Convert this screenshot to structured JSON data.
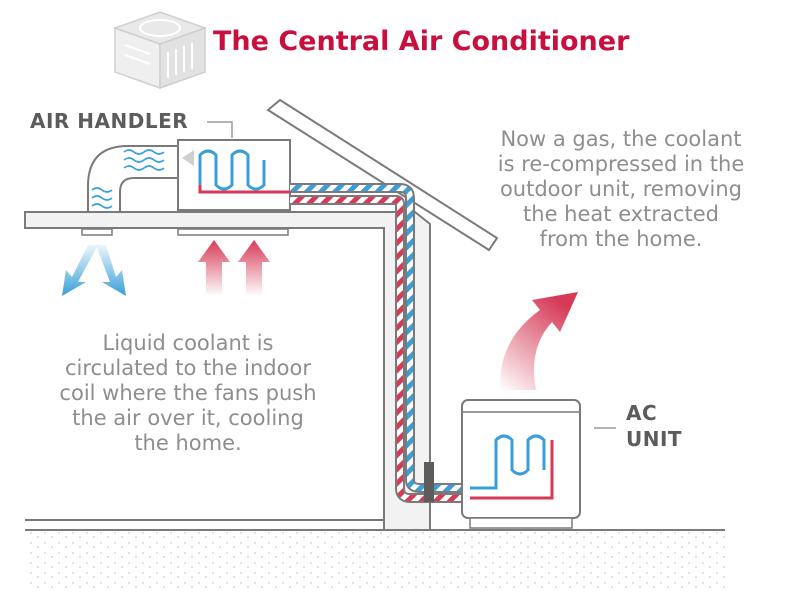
{
  "title": "The Central Air Conditioner",
  "labels": {
    "air_handler": "AIR HANDLER",
    "ac_unit_line1": "AC",
    "ac_unit_line2": "UNIT"
  },
  "captions": {
    "outdoor": [
      "Now a gas, the coolant",
      "is re-compressed in the",
      "outdoor unit, removing",
      "the heat extracted",
      "from the home."
    ],
    "indoor": [
      "Liquid coolant is",
      "circulated to the indoor",
      "coil where the fans push",
      "the air over it, cooling",
      "the home."
    ]
  },
  "colors": {
    "accent": "#c8103e",
    "cool": "#3a9fd8",
    "warm": "#d63a57",
    "outline": "#7a7a7a",
    "wall_fill": "#f2f2f2",
    "text": "#5c5c5c",
    "caption": "#8e8e8e"
  },
  "icons": {
    "header": "ac-unit-icon"
  }
}
